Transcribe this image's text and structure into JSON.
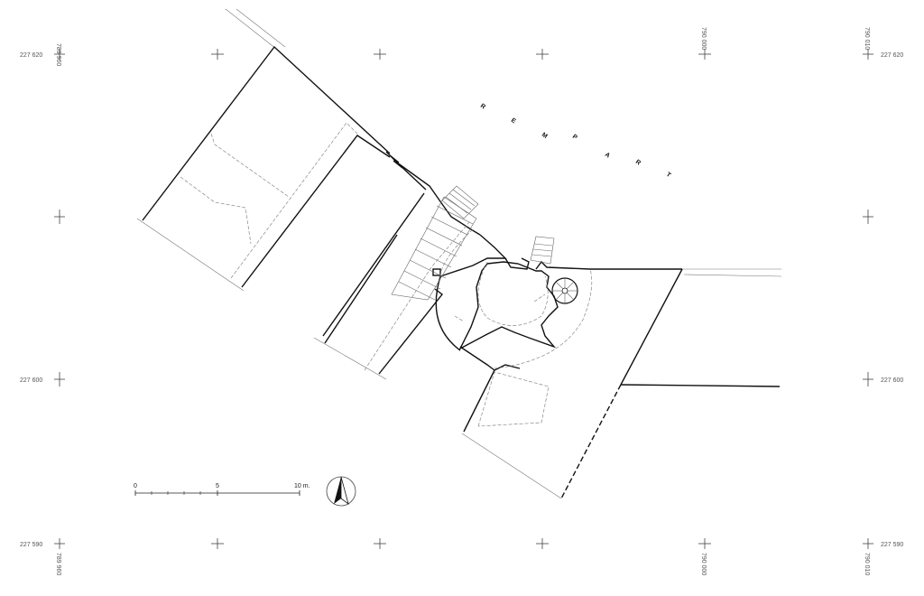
{
  "grid": {
    "left_top": "227 620",
    "left_mid": "227 600",
    "left_bottom": "227 590",
    "right_top": "227 620",
    "right_mid": "227 600",
    "right_bottom": "227 590",
    "top_left_v": "789 960",
    "top_mid_v": "790 000",
    "top_right_v": "790 010",
    "bottom_left_v": "789 960",
    "bottom_mid_v": "790 000",
    "bottom_right_v": "790 010"
  },
  "rampart_letters": [
    "R",
    "E",
    "M",
    "P",
    "A",
    "R",
    "T"
  ],
  "scale": {
    "zero": "0",
    "mid": "5",
    "end": "10 m."
  },
  "north_arrow": {
    "icon": "north-arrow-icon"
  },
  "colors": {
    "line": "#111111",
    "dashed": "#888888"
  }
}
